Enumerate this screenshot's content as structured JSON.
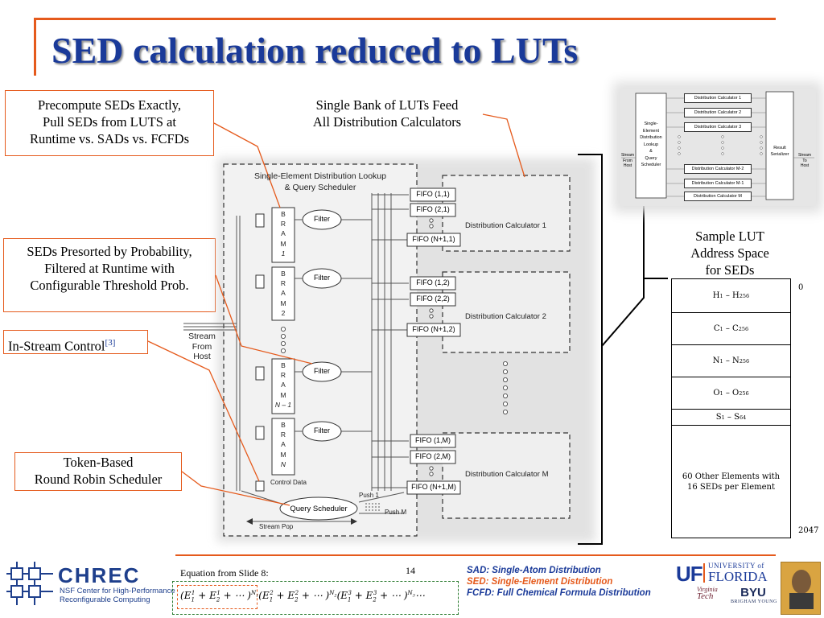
{
  "slide": {
    "title": "SED calculation reduced to LUTs",
    "page_number": "14"
  },
  "callouts": {
    "precompute": [
      "Precompute SEDs Exactly,",
      "Pull SEDs from LUTS at",
      "Runtime vs. SADs vs. FCFDs"
    ],
    "single_bank": [
      "Single Bank of  LUTs Feed",
      "All Distribution Calculators"
    ],
    "presorted": [
      "SEDs Presorted by Probability,",
      "Filtered at Runtime with",
      "Configurable Threshold Prob."
    ],
    "in_stream": "In-Stream Control",
    "in_stream_ref": "[3]",
    "token_based": [
      "Token-Based",
      "Round Robin Scheduler"
    ]
  },
  "diagram": {
    "scheduler_title": [
      "Single-Element Distribution Lookup",
      "& Query Scheduler"
    ],
    "brams": [
      {
        "letters": [
          "B",
          "R",
          "A",
          "M"
        ],
        "index": "1"
      },
      {
        "letters": [
          "B",
          "R",
          "A",
          "M"
        ],
        "index": "2"
      },
      {
        "letters": [
          "B",
          "R",
          "A",
          "M"
        ],
        "index": "N – 1"
      },
      {
        "letters": [
          "B",
          "R",
          "A",
          "M"
        ],
        "index": "N"
      }
    ],
    "filter_label": "Filter",
    "stream_from_host": [
      "Stream",
      "From",
      "Host"
    ],
    "control_data": "Control Data",
    "query_scheduler": "Query Scheduler",
    "push_1": "Push 1",
    "push_m": "Push M",
    "stream_pop": "Stream Pop",
    "calculators": [
      {
        "fifos": [
          "FIFO (1,1)",
          "FIFO (2,1)",
          "FIFO (N+1,1)"
        ],
        "label": "Distribution Calculator 1"
      },
      {
        "fifos": [
          "FIFO (1,2)",
          "FIFO (2,2)",
          "FIFO (N+1,2)"
        ],
        "label": "Distribution Calculator 2"
      },
      {
        "fifos": [
          "FIFO (1,M)",
          "FIFO (2,M)",
          "FIFO (N+1,M)"
        ],
        "label": "Distribution Calculator M"
      }
    ]
  },
  "overview": {
    "calculators_top": [
      "Distribution Calculator 1",
      "Distribution Calculator 2",
      "Distribution Calculator 3"
    ],
    "calculators_bottom": [
      "Distribution Calculator M-2",
      "Distribution Calculator M-1",
      "Distribution Calculator M"
    ],
    "scheduler": [
      "Single-",
      "Element",
      "Distribution",
      "Lookup",
      "&",
      "Query",
      "Scheduler"
    ],
    "stream_in": [
      "Stream",
      "From",
      "Host"
    ],
    "serializer": [
      "Result",
      "Serializer"
    ],
    "stream_out": [
      "Stream",
      "To",
      "Host"
    ]
  },
  "lut": {
    "caption": [
      "Sample LUT",
      "Address Space",
      "for SEDs"
    ],
    "addr_start": "0",
    "addr_end": "2047",
    "rows": [
      {
        "a": "H",
        "a_sub": "1",
        "b": "H",
        "b_sub": "256"
      },
      {
        "a": "C",
        "a_sub": "1",
        "b": "C",
        "b_sub": "256"
      },
      {
        "a": "N",
        "a_sub": "1",
        "b": "N",
        "b_sub": "256"
      },
      {
        "a": "O",
        "a_sub": "1",
        "b": "O",
        "b_sub": "256"
      },
      {
        "a": "S",
        "a_sub": "1",
        "b": "S",
        "b_sub": "64"
      }
    ],
    "other": [
      "60 Other Elements with",
      "16 SEDs per Element"
    ]
  },
  "footer": {
    "equation_caption": "Equation from Slide 8:",
    "chrec_name": "CHREC",
    "chrec_sub": [
      "NSF Center for High-Performance",
      "Reconfigurable Computing"
    ],
    "definitions": [
      {
        "text": "SAD: Single-Atom Distribution",
        "color": "#1a3a99"
      },
      {
        "text": "SED: Single-Element Distribution",
        "color": "#e55a1c"
      },
      {
        "text": "FCFD: Full Chemical Formula Distribution",
        "color": "#1a3a99"
      }
    ],
    "uf_letters": "UF",
    "uf_university": "UNIVERSITY of",
    "uf_florida": "FLORIDA",
    "vt_name": [
      "Virginia",
      "Tech"
    ],
    "byu_name": "BYU",
    "byu_full": "BRIGHAM YOUNG"
  }
}
